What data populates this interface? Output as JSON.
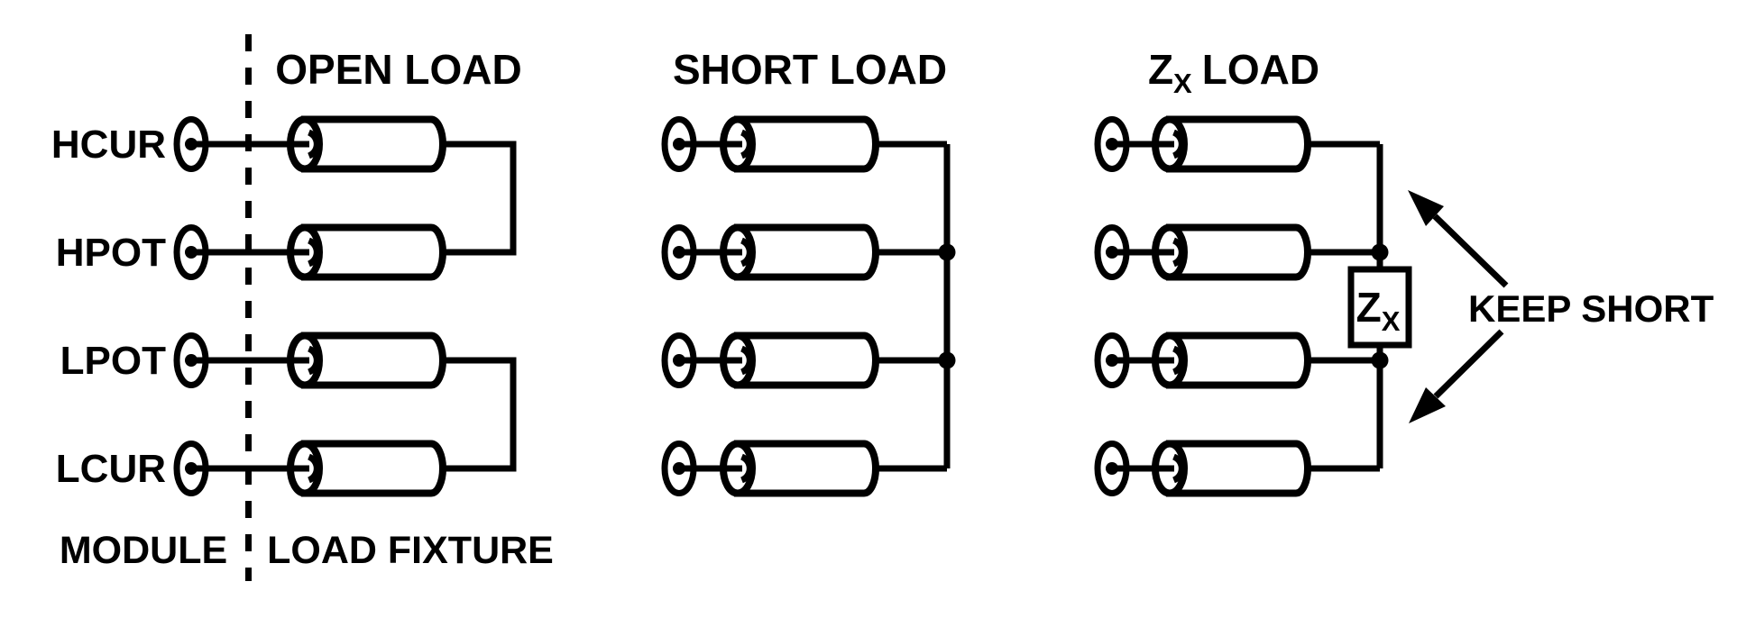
{
  "colors": {
    "ink": "#000000",
    "paper": "#ffffff"
  },
  "diagram": {
    "terminals": [
      "HCUR",
      "HPOT",
      "LPOT",
      "LCUR"
    ],
    "regions": {
      "module": "MODULE",
      "fixture": "LOAD FIXTURE"
    },
    "columns": {
      "open": {
        "title": "OPEN LOAD"
      },
      "short": {
        "title": "SHORT LOAD"
      },
      "zx": {
        "title_base": "Z",
        "title_sub": "X",
        "title_rest": "LOAD"
      }
    },
    "impedance": {
      "base": "Z",
      "sub": "X"
    },
    "note": "KEEP SHORT"
  }
}
